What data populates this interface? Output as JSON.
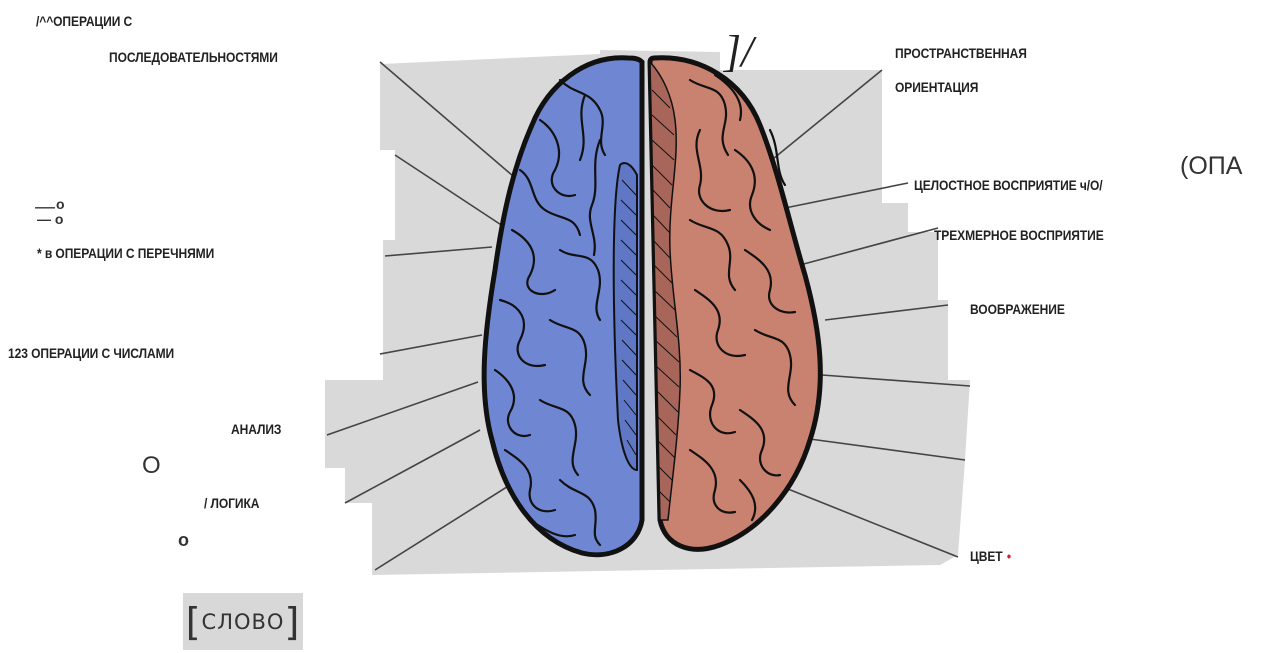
{
  "labels": {
    "seq_ops_1": "/^^ОПЕРАЦИИ С",
    "seq_ops_2": "ПОСЛЕДОВАТЕЛЬНОСТЯМИ",
    "spatial_1": "ПРОСТРАНСТВЕННАЯ",
    "spatial_2": "ОРИЕНТАЦИЯ",
    "opa": "(ОПА",
    "holistic": "ЦЕЛОСТНОЕ ВОСПРИЯТИЕ ч/О/",
    "marks_1": "—",
    "marks_2": "о",
    "marks_3": "— о",
    "lists": "* в ОПЕРАЦИИ С ПЕРЕЧНЯМИ",
    "three_d": "ТРЕХМЕРНОЕ ВОСПРИЯТИЕ",
    "imagination": "ВООБРАЖЕНИЕ",
    "numbers_prefix": "123",
    "numbers": " ОПЕРАЦИИ С ЧИСЛАМИ",
    "analysis": "АНАЛИЗ",
    "circle_big": "О",
    "logic": "/ ЛОГИКА",
    "circle_small": "о",
    "color": "ЦВЕТ",
    "color_dot": "•",
    "word_box": "СЛОВО",
    "bracket_left": "[",
    "bracket_right": "]",
    "scribble": "]/"
  },
  "colors": {
    "left_hemisphere": "#6f87d2",
    "right_hemisphere": "#c9826f",
    "panel_bg": "#d9d9d9",
    "outline": "#111111"
  }
}
